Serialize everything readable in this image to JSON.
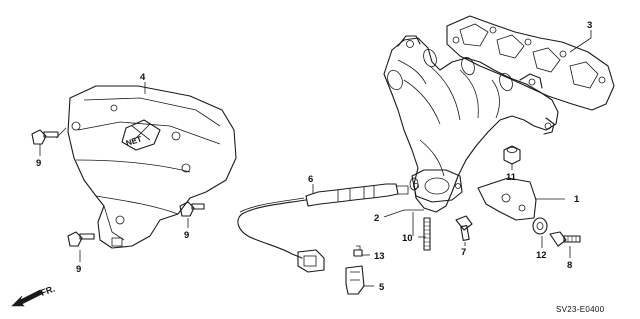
{
  "diagram": {
    "diagram_code": "SV23-E0400",
    "direction_label": "FR.",
    "heat_shield_emblem": "NET",
    "callouts": {
      "c1": "1",
      "c2": "2",
      "c3": "3",
      "c4": "4",
      "c5": "5",
      "c6": "6",
      "c7": "7",
      "c8": "8",
      "c9a": "9",
      "c9b": "9",
      "c9c": "9",
      "c10": "10",
      "c11": "11",
      "c12": "12",
      "c13": "13"
    }
  }
}
